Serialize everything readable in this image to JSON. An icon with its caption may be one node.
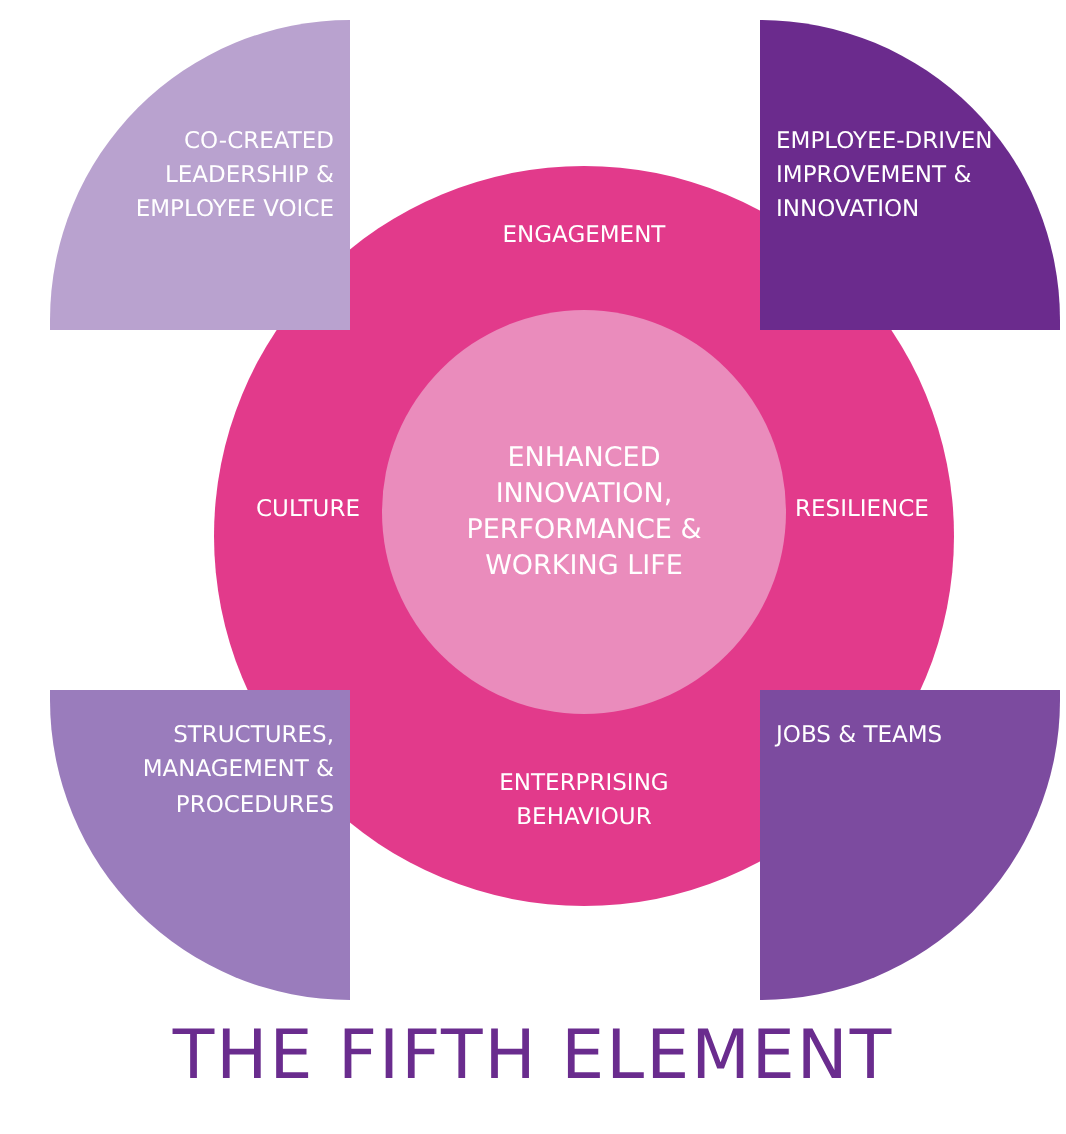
{
  "diagram": {
    "title": "THE FIFTH ELEMENT",
    "nodes": [
      {
        "text": [
          "CO-CREATED LEADERSHIP & EMPLOYEE VOICE"
        ]
      },
      {
        "text": [
          "EMPLOYEE-DRIVEN IMPROVEMENT & INNOVATION"
        ]
      },
      {
        "text": [
          "ENGAGEMENT",
          "CULTURE",
          "RESILIENCE",
          "ENTERPRISING BEHAVIOUR"
        ]
      },
      {
        "text": [
          "ENHANCED INNOVATION, PERFORMANCE & WORKING LIFE"
        ],
        "in": 2
      },
      {
        "text": [
          "STRUCTURES, MANAGEMENT & PROCEDURES"
        ]
      },
      {
        "text": [
          "JOBS & TEAMS"
        ]
      }
    ]
  }
}
